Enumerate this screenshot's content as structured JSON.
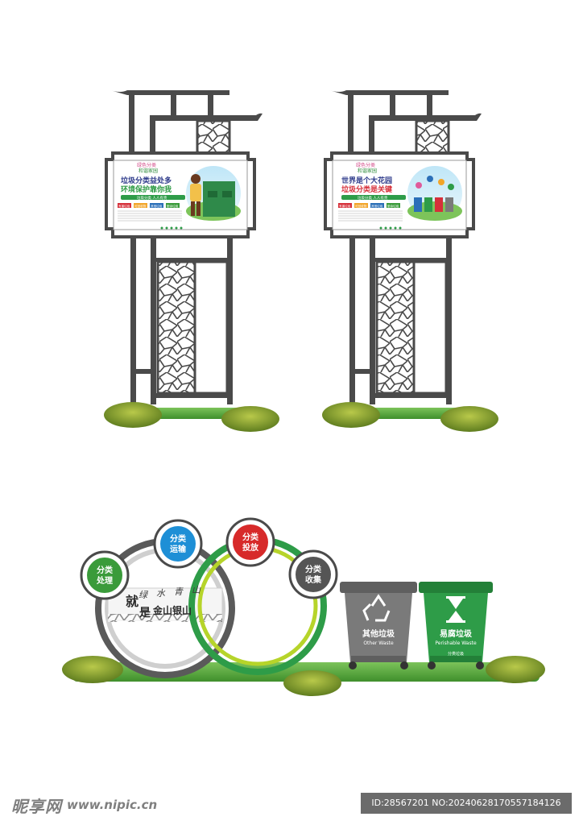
{
  "signs": [
    {
      "logo_top": "绿色分类",
      "logo_bottom": "和谐家园",
      "headline_1": "垃圾分类益处多",
      "headline_2": "环境保护靠你我",
      "banner": "垃圾分类  人人有责",
      "tags": [
        "有害垃圾",
        "可回收物",
        "其他垃圾",
        "厨余垃圾"
      ]
    },
    {
      "logo_top": "绿色分类",
      "logo_bottom": "和谐家园",
      "headline_1": "世界是个大花园",
      "headline_2": "垃圾分类是关键",
      "banner": "垃圾分类  人人有责",
      "tags": [
        "有害垃圾",
        "可回收物",
        "其他垃圾",
        "厨余垃圾"
      ]
    }
  ],
  "bubbles": [
    {
      "line1": "分类",
      "line2": "处理",
      "color": "#3a9b3a"
    },
    {
      "line1": "分类",
      "line2": "运输",
      "color": "#1e8fd6"
    },
    {
      "line1": "分类",
      "line2": "投放",
      "color": "#d72a2a"
    },
    {
      "line1": "分类",
      "line2": "收集",
      "color": "#555555"
    }
  ],
  "slogan": {
    "small": [
      "绿",
      "水",
      "青",
      "山"
    ],
    "jiu": "就",
    "shi": "是",
    "rest": "金山银山"
  },
  "bins": [
    {
      "name": "其他垃圾",
      "english": "Other Waste",
      "color": "#7a7a7a",
      "lid": "#5f5f5f"
    },
    {
      "name": "易腐垃圾",
      "english": "Perishable Waste",
      "color": "#2e9c48",
      "lid": "#238038"
    }
  ],
  "bin_small_label": "分类垃圾",
  "watermark": {
    "brand": "昵享网",
    "url": "www.nipic.cn",
    "id_text": "ID:28567201 NO:20240628170557184126"
  }
}
